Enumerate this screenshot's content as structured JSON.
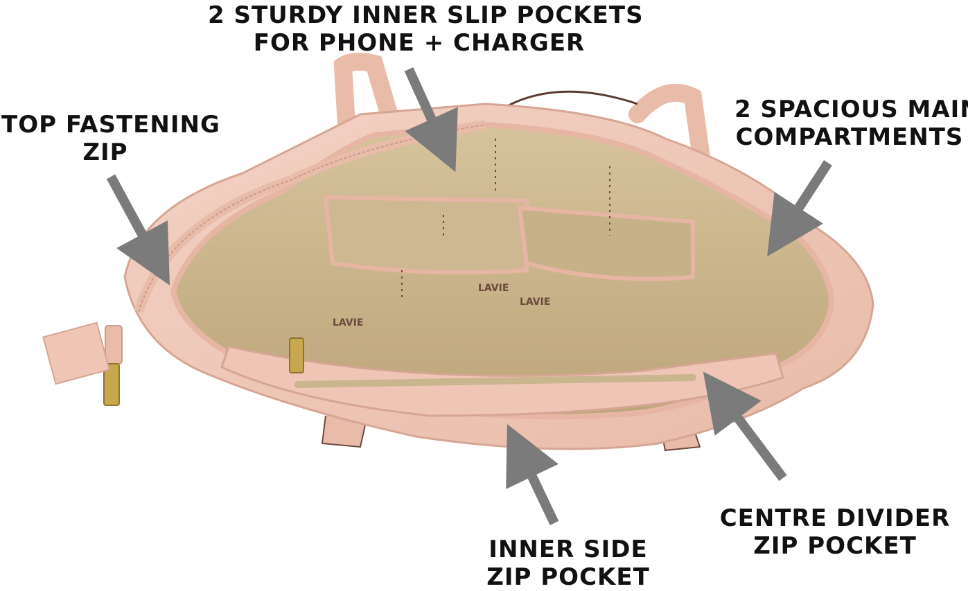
{
  "brand": "LAVIE",
  "callouts": {
    "slip_pockets": {
      "line1": "2 STURDY INNER SLIP POCKETS",
      "line2": "FOR PHONE + CHARGER"
    },
    "top_zip": {
      "line1": "TOP FASTENING",
      "line2": "ZIP"
    },
    "main_compartments": {
      "line1": "2 SPACIOUS MAIN",
      "line2": "COMPARTMENTS"
    },
    "divider_pocket": {
      "line1": "CENTRE DIVIDER",
      "line2": "ZIP POCKET"
    },
    "side_pocket": {
      "line1": "INNER SIDE",
      "line2": "ZIP POCKET"
    }
  },
  "colors": {
    "bag_outer": "#efc6b6",
    "bag_trim": "#e6b5a4",
    "lining": "#c9b58e",
    "lining_dark": "#b09a70",
    "arrow": "#7b7b7b",
    "zip_metal": "#c8a84e",
    "text": "#111111"
  }
}
